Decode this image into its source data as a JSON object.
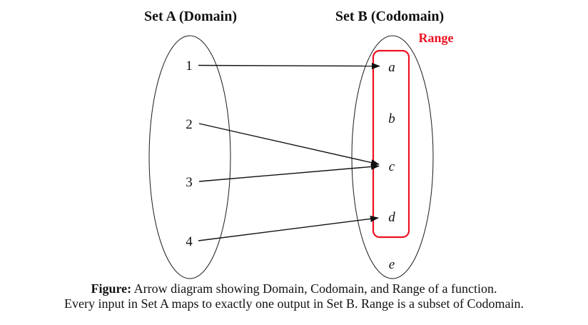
{
  "titles": {
    "set_a": "Set A (Domain)",
    "set_b": "Set B (Codomain)"
  },
  "range": {
    "label": "Range",
    "accent_color": "#ee1122",
    "elements_inside_box": [
      "a",
      "b",
      "c",
      "d"
    ]
  },
  "domain": {
    "elements": [
      "1",
      "2",
      "3",
      "4"
    ]
  },
  "codomain": {
    "elements": [
      "a",
      "b",
      "c",
      "d",
      "e"
    ]
  },
  "mappings": [
    {
      "from": "1",
      "to": "a"
    },
    {
      "from": "2",
      "to": "c"
    },
    {
      "from": "3",
      "to": "c"
    },
    {
      "from": "4",
      "to": "d"
    }
  ],
  "caption": {
    "label": "Figure:",
    "line1": "Arrow diagram showing Domain, Codomain, and Range of a function.",
    "line2": "Every input in Set A maps to exactly one output in Set B. Range is a subset of Codomain."
  }
}
